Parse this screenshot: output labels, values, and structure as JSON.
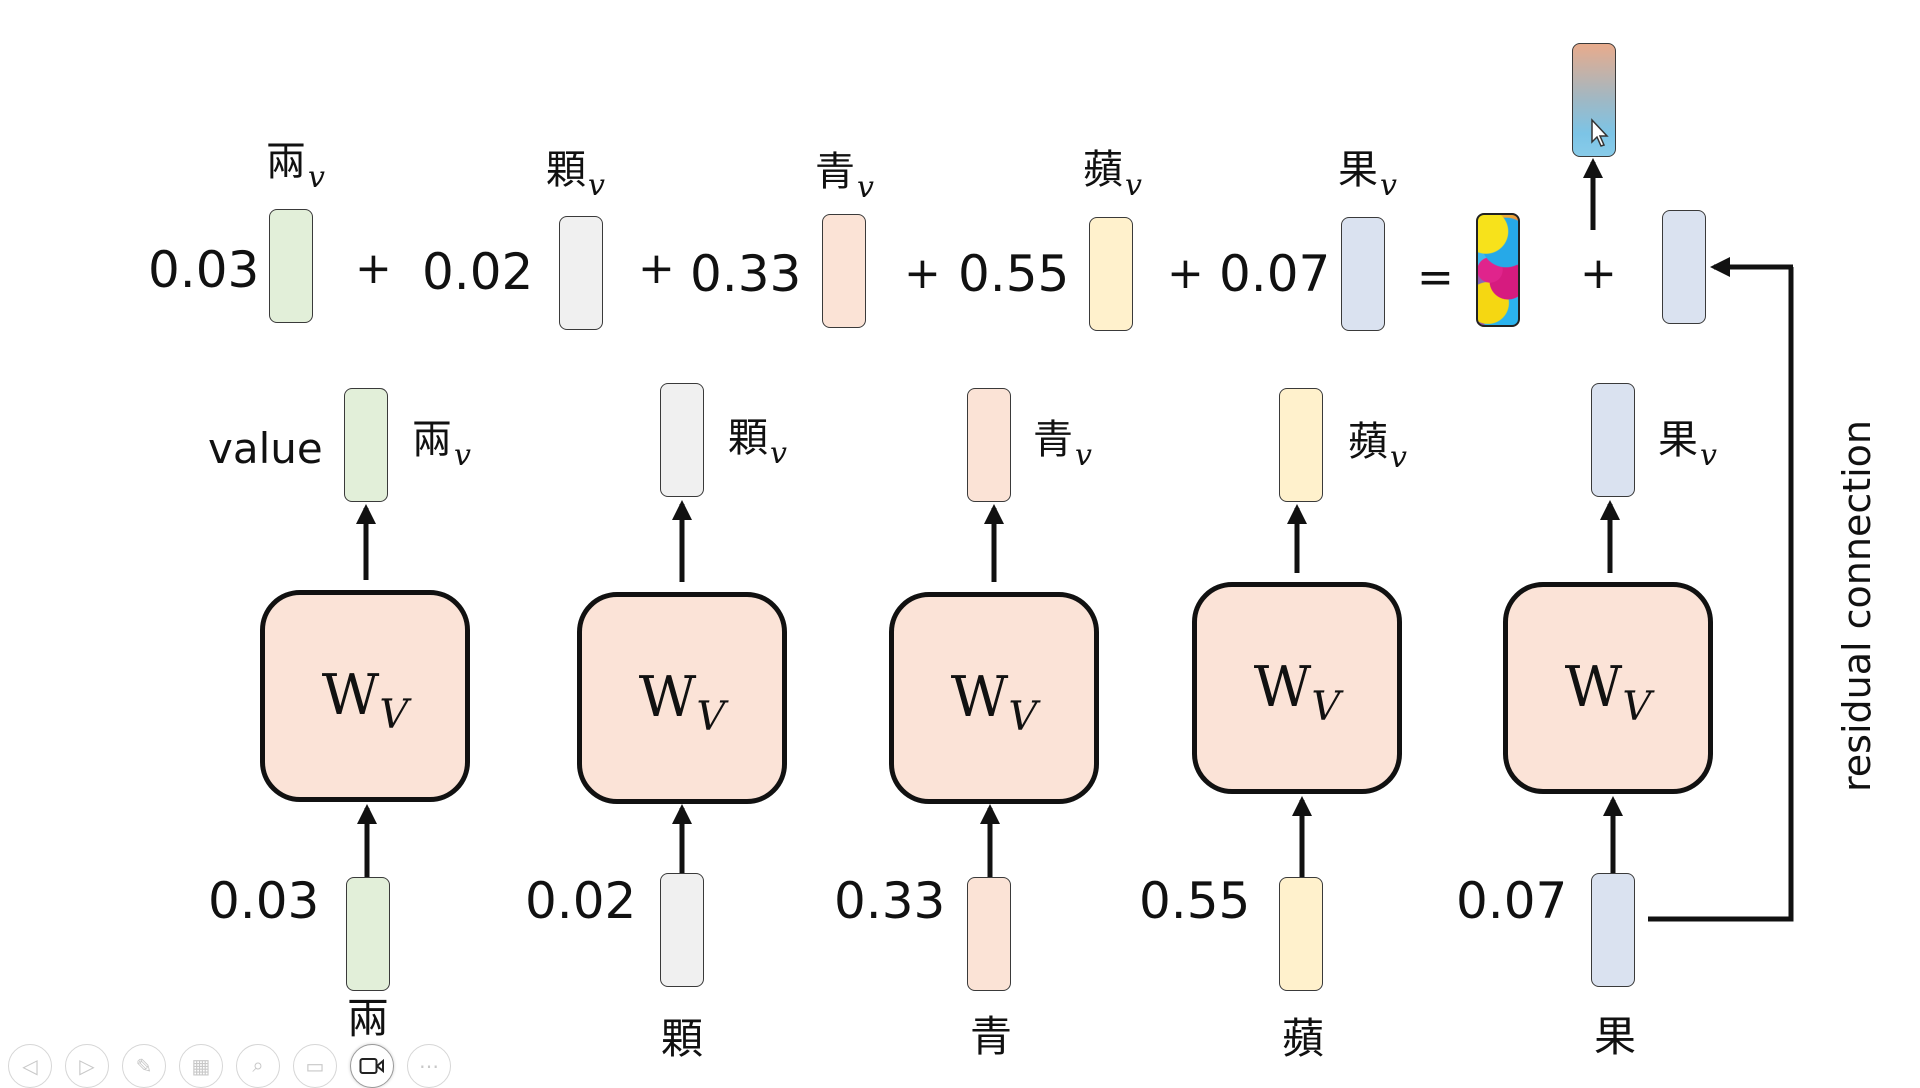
{
  "diagram": {
    "title": "Value vectors weighted sum with residual connection",
    "value_label": "value",
    "residual_label": "residual connection",
    "weight_matrix": {
      "main": "W",
      "sub": "V"
    },
    "subscript": "v",
    "operators": {
      "plus": "+",
      "equals": "="
    },
    "tokens": [
      {
        "char": "兩",
        "weight": "0.03",
        "color": "#e2efd9"
      },
      {
        "char": "顆",
        "weight": "0.02",
        "color": "#f0f0f0"
      },
      {
        "char": "青",
        "weight": "0.33",
        "color": "#fbe3d6"
      },
      {
        "char": "蘋",
        "weight": "0.55",
        "color": "#fff1cc"
      },
      {
        "char": "果",
        "weight": "0.07",
        "color": "#dae2f0"
      }
    ],
    "weighted_sum_icon": "multicolor-mixed-vector",
    "output_gradient": {
      "from": "#e8ab8c",
      "to": "#7cc4e6"
    }
  },
  "toolbar": {
    "buttons": [
      {
        "name": "previous-slide",
        "icon": "◁"
      },
      {
        "name": "next-slide",
        "icon": "▷"
      },
      {
        "name": "pen",
        "icon": "✎"
      },
      {
        "name": "see-all-slides",
        "icon": "▦"
      },
      {
        "name": "zoom",
        "icon": "⌕"
      },
      {
        "name": "subtitles",
        "icon": "▭"
      },
      {
        "name": "camera",
        "icon": "▭◂"
      },
      {
        "name": "more-options",
        "icon": "⋯"
      }
    ]
  }
}
